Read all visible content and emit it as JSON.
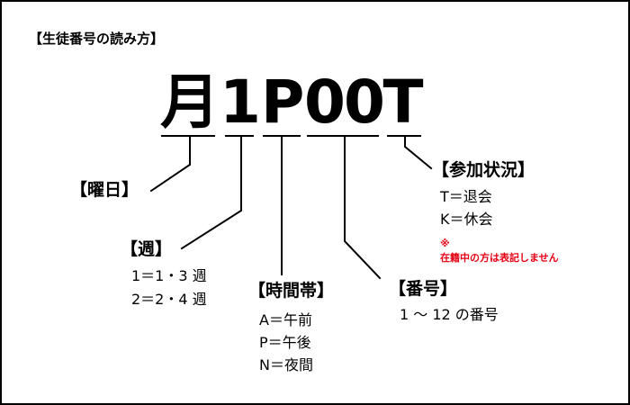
{
  "title": "【生徒番号の読み方】",
  "code": {
    "chars": [
      "月",
      "1",
      "P",
      "0",
      "0",
      "T"
    ]
  },
  "sections": {
    "day": {
      "heading": "【曜日】"
    },
    "week": {
      "heading": "【週】",
      "lines": [
        "1＝1・3 週",
        "2＝2・4 週"
      ]
    },
    "time": {
      "heading": "【時間帯】",
      "lines": [
        "A＝午前",
        "P＝午後",
        "N＝夜間"
      ]
    },
    "number": {
      "heading": "【番号】",
      "lines": [
        "1 ～ 12 の番号"
      ]
    },
    "status": {
      "heading": "【参加状況】",
      "lines": [
        "T＝退会",
        "K＝休会"
      ],
      "note_mark": "※",
      "note": "在籍中の方は表記しません"
    }
  },
  "colors": {
    "text": "#000000",
    "note": "#e60012",
    "border": "#000000"
  }
}
